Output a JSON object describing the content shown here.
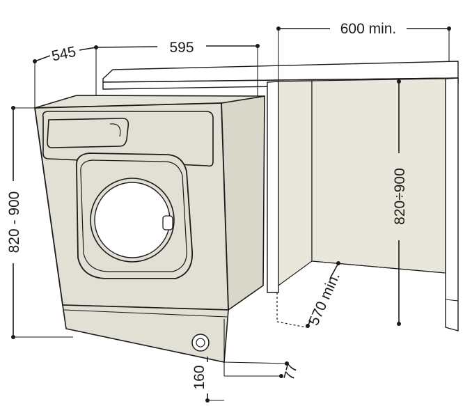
{
  "dimensions": {
    "machine_depth": "545",
    "machine_width": "595",
    "niche_width": "600 min.",
    "machine_height": "820 - 900",
    "niche_height": "820÷900",
    "niche_depth": "570 min.",
    "hose_height": "160",
    "hose_offset": "77"
  },
  "colors": {
    "body": "#e2dfd4",
    "niche": "#e9e7dc",
    "outline": "#1a1a1a",
    "background": "#ffffff"
  }
}
